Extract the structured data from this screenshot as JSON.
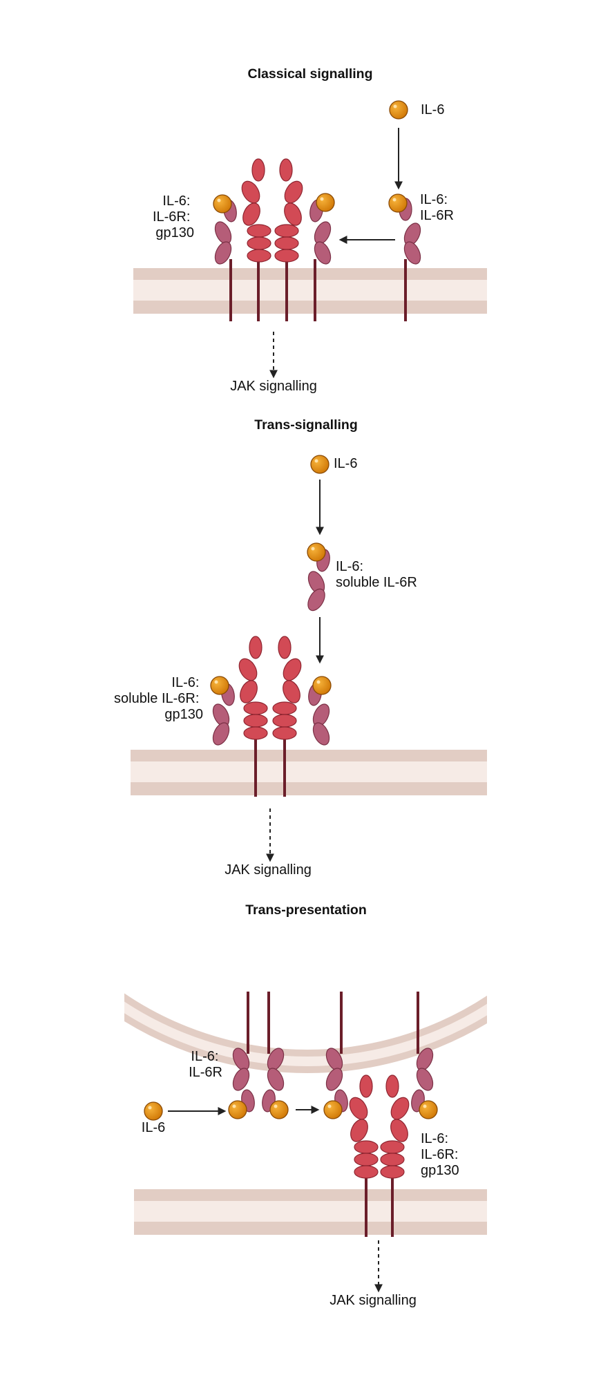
{
  "colors": {
    "membrane_outer": "#e2cdc4",
    "membrane_inner": "#f6ebe6",
    "il6": "#e08a0b",
    "il6r": "#b55d78",
    "gp130": "#d24a55",
    "stalk": "#6b1e2a",
    "arrow": "#222222"
  },
  "panels": {
    "classical": {
      "title": "Classical signalling",
      "il6_label": "IL-6",
      "complex_receptor_lines": [
        "IL-6:",
        "IL-6R"
      ],
      "complex_full_lines": [
        "IL-6:",
        "IL-6R:",
        "gp130"
      ],
      "output_label": "JAK signalling"
    },
    "trans_signalling": {
      "title": "Trans-signalling",
      "il6_label": "IL-6",
      "soluble_complex_lines": [
        "IL-6:",
        "soluble IL-6R"
      ],
      "complex_full_lines": [
        "IL-6:",
        "soluble IL-6R:",
        "gp130"
      ],
      "output_label": "JAK signalling"
    },
    "trans_presentation": {
      "title": "Trans-presentation",
      "il6_label": "IL-6",
      "receptor_lines": [
        "IL-6:",
        "IL-6R"
      ],
      "complex_full_lines": [
        "IL-6:",
        "IL-6R:",
        "gp130"
      ],
      "output_label": "JAK signalling"
    }
  }
}
